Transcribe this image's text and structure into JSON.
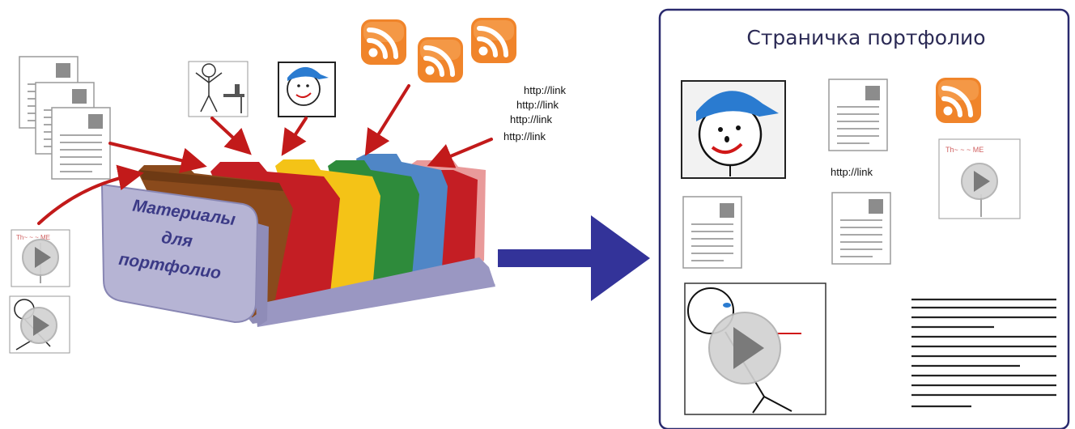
{
  "source": {
    "box_label_lines": [
      "Материалы",
      "для",
      "портфолио"
    ],
    "links": [
      "http://link",
      "http://link",
      "http://link",
      "http://link"
    ]
  },
  "portfolio_page": {
    "title": "Страничка портфолио",
    "link": "http://link"
  },
  "icons": {
    "rss": "rss-feed-icon",
    "document": "document-icon",
    "video": "video-play-icon",
    "avatar": "stick-figure-avatar"
  },
  "colors": {
    "arrow_red": "#c21a1a",
    "arrow_blue": "#333399",
    "rss_orange": "#f08a28",
    "page_border": "#2a2a6e",
    "box_lavender": "#b6b4d4"
  }
}
